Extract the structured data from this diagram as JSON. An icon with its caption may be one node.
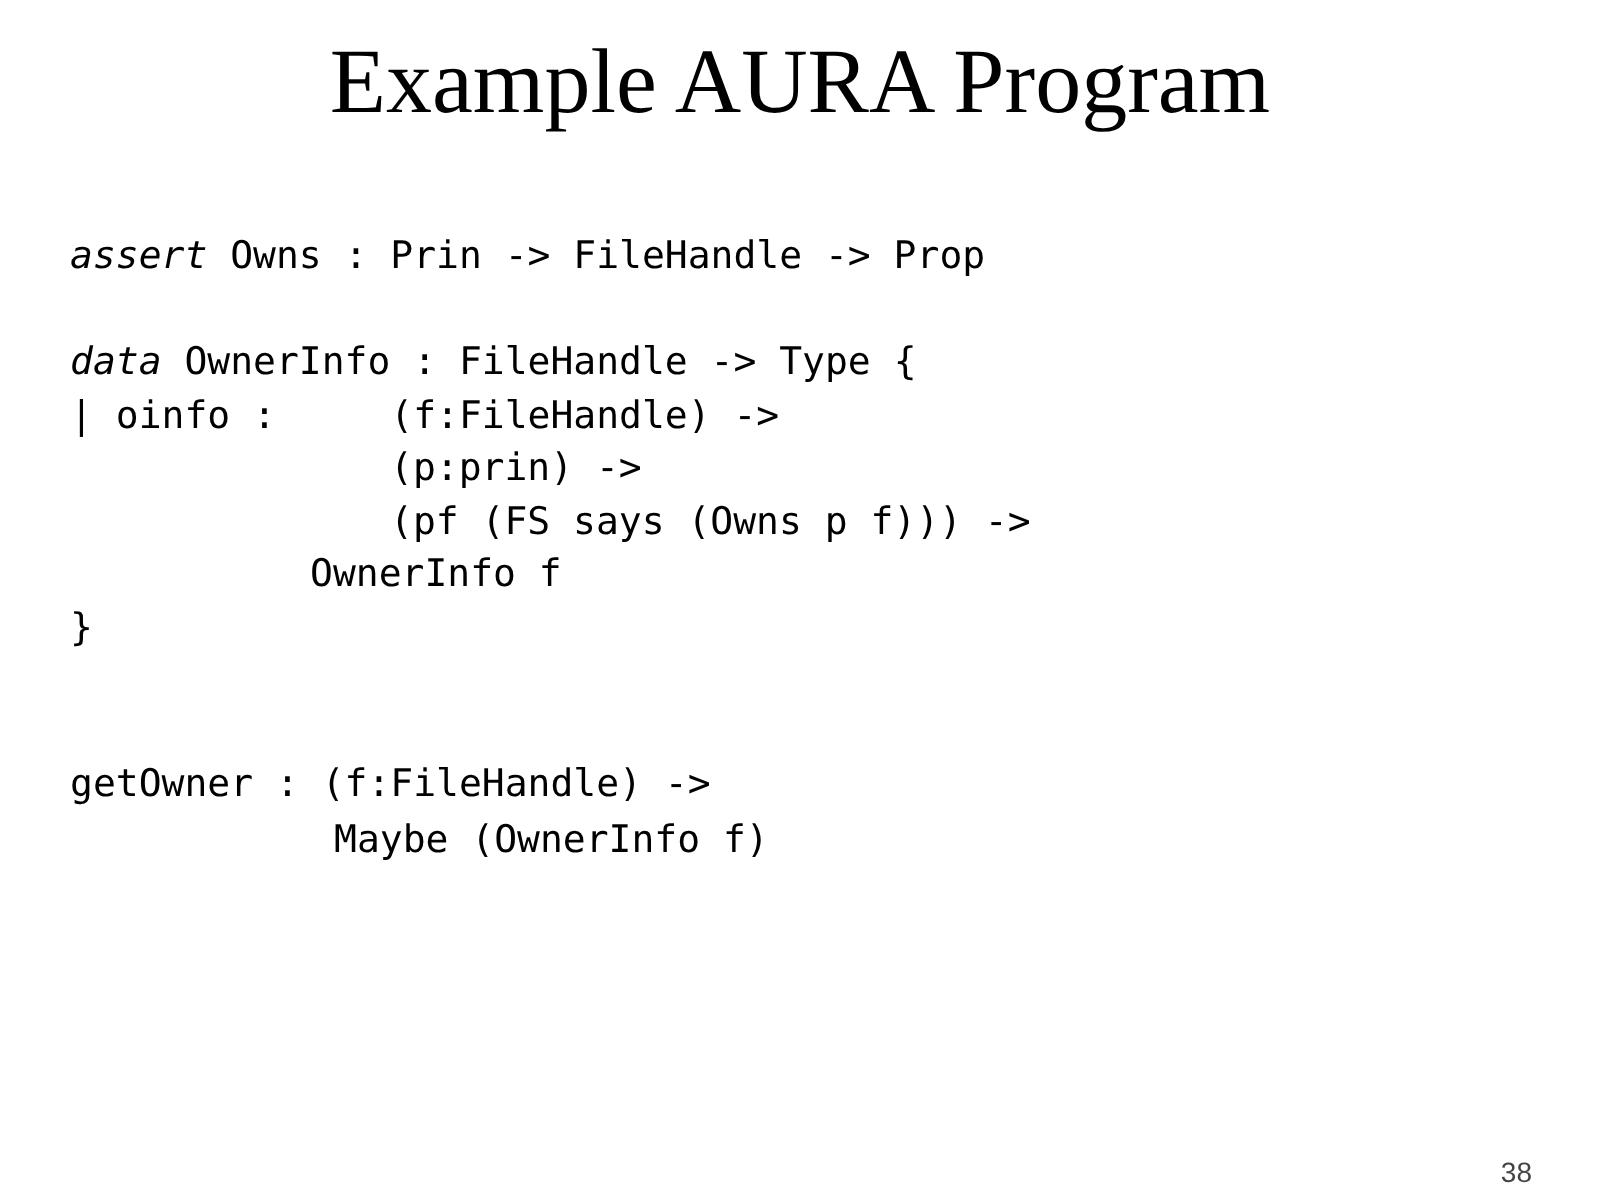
{
  "diagram": {
    "title": "Example AURA Program",
    "labels": [
      "*assert* Owns : Prin -> FileHandle -> Prop",
      "*data* OwnerInfo : FileHandle -> Type {",
      "| oinfo :     (f:FileHandle) ->",
      "(p:prin) ->",
      "(pf (FS says (Owns p f))) ->",
      "OwnerInfo f",
      "}",
      "getOwner : (f:FileHandle) ->",
      "Maybe (OwnerInfo f)",
      "38"
    ]
  }
}
